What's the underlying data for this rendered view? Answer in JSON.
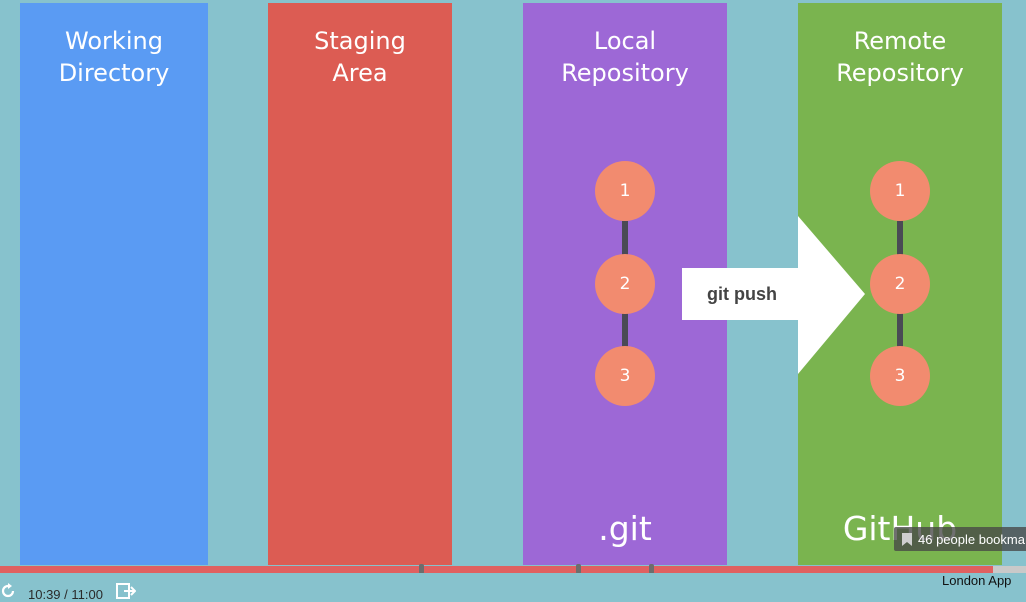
{
  "columns": [
    {
      "id": "working",
      "title_line1": "Working",
      "title_line2": "Directory",
      "color": "#5a9bf3",
      "footer": ""
    },
    {
      "id": "staging",
      "title_line1": "Staging",
      "title_line2": "Area",
      "color": "#dc5c53",
      "footer": ""
    },
    {
      "id": "local",
      "title_line1": "Local",
      "title_line2": "Repository",
      "color": "#9d68d6",
      "footer": ".git"
    },
    {
      "id": "remote",
      "title_line1": "Remote",
      "title_line2": "Repository",
      "color": "#7ab44f",
      "footer": "GitHub"
    }
  ],
  "local_commits": [
    "1",
    "2",
    "3"
  ],
  "remote_commits": [
    "1",
    "2",
    "3"
  ],
  "push_arrow": {
    "label": "git push"
  },
  "toast": {
    "text": "46 people bookma",
    "icon": "bookmark-icon"
  },
  "player": {
    "time": "10:39 / 11:00",
    "progress": 0.968,
    "chapter_markers": [
      0.408,
      0.561,
      0.633
    ],
    "replay_icon": "replay-icon",
    "exit_icon": "exit-fullscreen-icon",
    "brand": "London App"
  },
  "colors": {
    "background": "#87c2cd",
    "commit": "#f28b6f",
    "progress": "#e06060"
  }
}
